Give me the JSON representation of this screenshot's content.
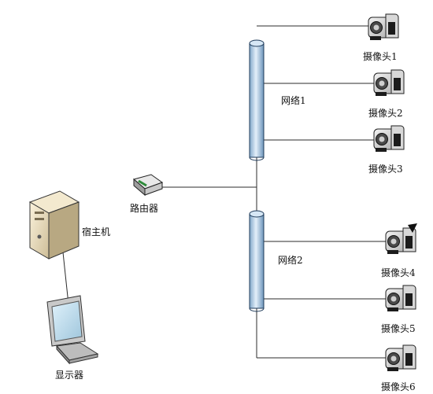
{
  "labels": {
    "host": "宿主机",
    "router": "路由器",
    "monitor": "显示器",
    "network1": "网络1",
    "network2": "网络2"
  },
  "cameras": [
    {
      "label": "摄像头1"
    },
    {
      "label": "摄像头2"
    },
    {
      "label": "摄像头3"
    },
    {
      "label": "摄像头4"
    },
    {
      "label": "摄像头5"
    },
    {
      "label": "摄像头6"
    }
  ],
  "colors": {
    "line": "#2b2b2b",
    "bus": "#b9d3ea",
    "bus_edge": "#1f3b5a"
  }
}
